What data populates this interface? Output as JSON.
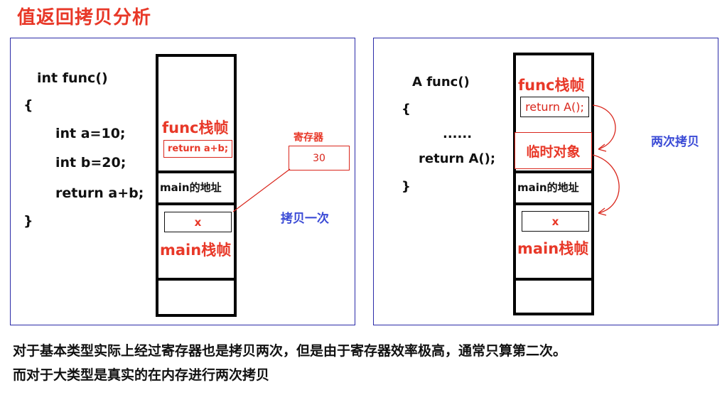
{
  "title": "值返回拷贝分析",
  "left": {
    "code": [
      "int func()",
      "{",
      "int a=10;",
      "int b=20;",
      "return a+b;",
      "}"
    ],
    "func_frame": "func栈帧",
    "func_return": "return a+b;",
    "main_addr": "main的地址",
    "x": "x",
    "main_frame": "main栈帧",
    "register_label": "寄存器",
    "register_value": "30",
    "copy_once": "拷贝一次"
  },
  "right": {
    "code": [
      "A func()",
      "{",
      "......",
      "return A();",
      "}"
    ],
    "func_frame": "func栈帧",
    "func_return": "return A();",
    "temp_object": "临时对象",
    "main_addr": "main的地址",
    "x": "x",
    "main_frame": "main栈帧",
    "copy_twice": "两次拷贝"
  },
  "notes": [
    "对于基本类型实际上经过寄存器也是拷贝两次，但是由于寄存器效率极高，通常只算第二次。",
    "而对于大类型是真实的在内存进行两次拷贝"
  ],
  "colors": {
    "accent": "#e83828",
    "blue": "#3b4bd6",
    "border": "#2b2ba8"
  }
}
